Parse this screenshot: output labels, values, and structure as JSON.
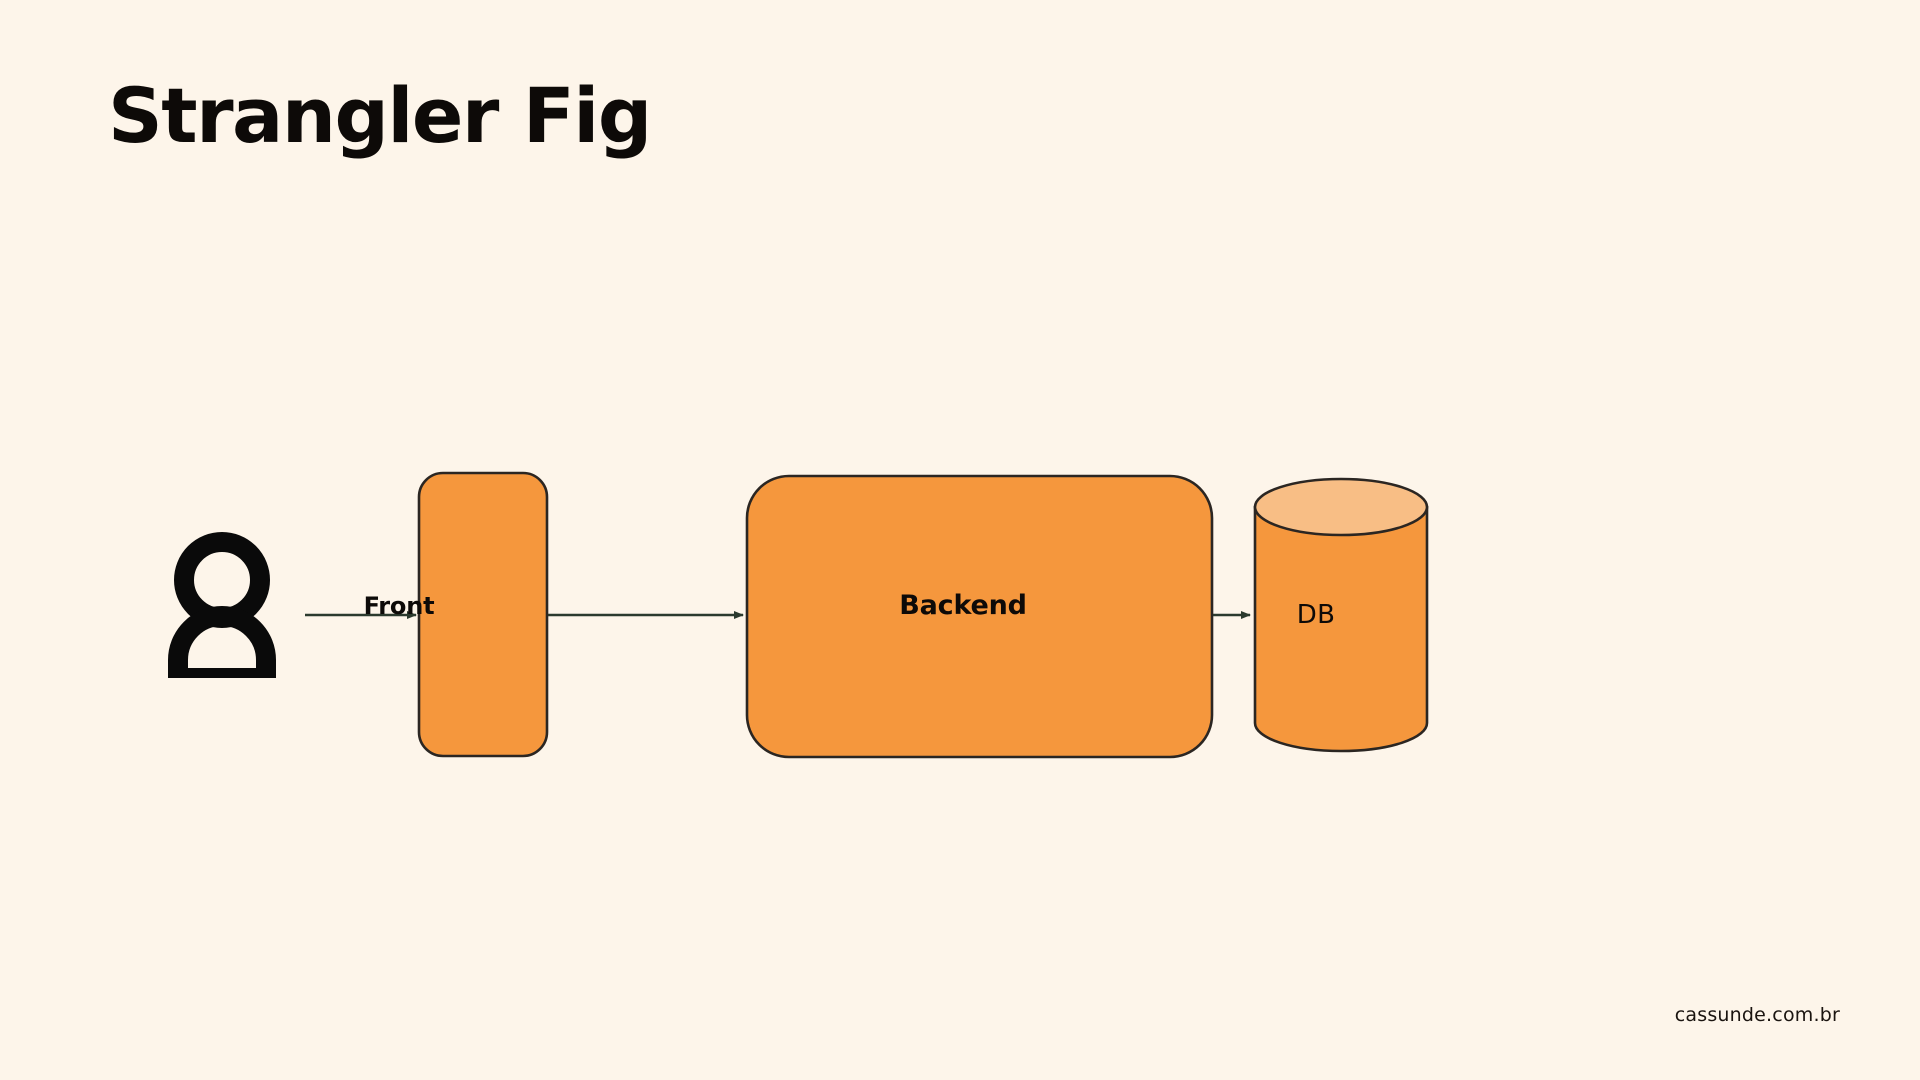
{
  "slide": {
    "title": "Strangler Fig",
    "background_color": "#FDF5EA",
    "footer": "cassunde.com.br"
  },
  "theme": {
    "background": "#FDF5EA",
    "text": "#0D0A08",
    "node_fill": "#F5973D",
    "node_stroke": "#2B2622",
    "cylinder_top_fill": "#F8BE85",
    "arrow_stroke": "#2B3A2E",
    "actor_stroke": "#0A0A0A"
  },
  "diagram": {
    "type": "flow",
    "actor": {
      "name": "user",
      "icon": "person-icon"
    },
    "nodes": [
      {
        "id": "front",
        "label": "Front",
        "shape": "rounded-rect"
      },
      {
        "id": "backend",
        "label": "Backend",
        "shape": "rounded-rect"
      },
      {
        "id": "db",
        "label": "DB",
        "shape": "cylinder"
      }
    ],
    "edges": [
      {
        "from": "user",
        "to": "front"
      },
      {
        "from": "front",
        "to": "backend"
      },
      {
        "from": "backend",
        "to": "db"
      }
    ]
  }
}
